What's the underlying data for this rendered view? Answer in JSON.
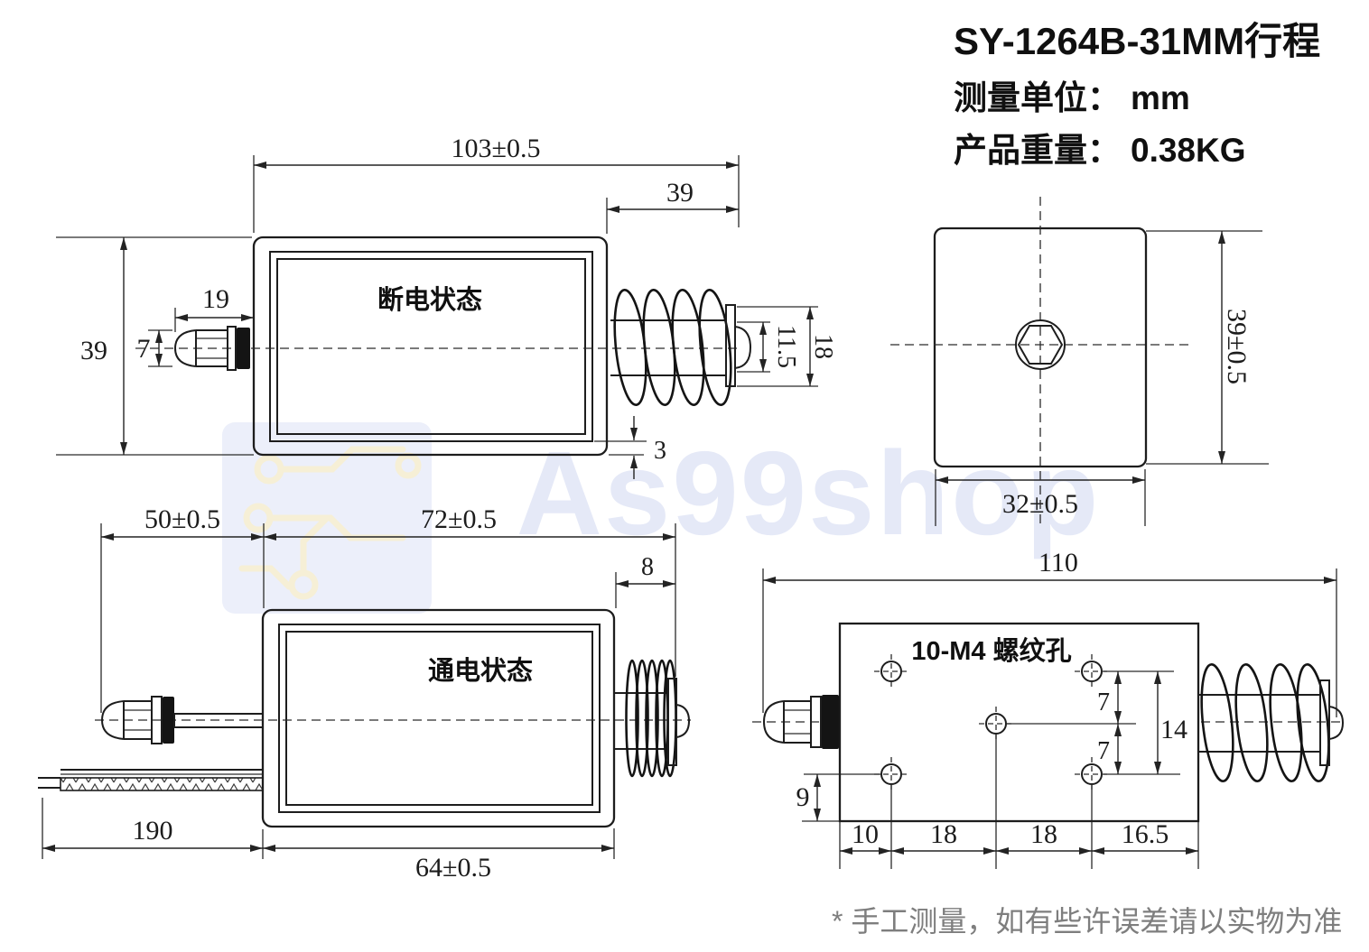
{
  "header": {
    "model": "SY-1264B-31MM行程",
    "unit_label": "测量单位：",
    "unit_value": "mm",
    "weight_label": "产品重量：",
    "weight_value": "0.38KG"
  },
  "watermark": {
    "text": "As99shop"
  },
  "note": "* 手工测量，如有些许误差请以实物为准",
  "views": {
    "off_state": {
      "label": "断电状态",
      "dims": {
        "overall_length": "103±0.5",
        "spring_section": "39",
        "body_height": "39",
        "plunger_length": "19",
        "plunger_diameter": "7",
        "rod_end_inner": "11.5",
        "rod_end_outer": "18",
        "wall_thickness": "3"
      }
    },
    "front": {
      "dims": {
        "height": "39±0.5",
        "width": "32±0.5"
      }
    },
    "on_state": {
      "label": "通电状态",
      "dims": {
        "stroke": "50±0.5",
        "extended_length": "72±0.5",
        "spring_compressed": "8",
        "lead_wire_length": "190",
        "body_length": "64±0.5"
      }
    },
    "mounting": {
      "label": "10-M4 螺纹孔",
      "dims": {
        "overall_length": "110",
        "hole_offset_top": "7",
        "hole_span": "14",
        "hole_offset_bottom": "7",
        "bottom_edge": "9",
        "col1": "10",
        "col2": "18",
        "col3": "18",
        "col4": "16.5"
      }
    }
  }
}
